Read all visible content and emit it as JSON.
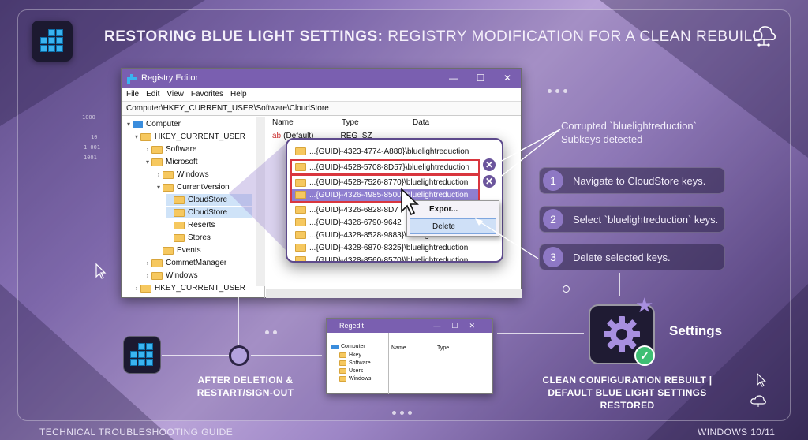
{
  "header": {
    "title_bold": "RESTORING BLUE LIGHT SETTINGS:",
    "title_rest": "REGISTRY MODIFICATION FOR A CLEAN REBUILD"
  },
  "registry_window": {
    "title": "Registry Editor",
    "menu": [
      "File",
      "Edit",
      "View",
      "Favorites",
      "Help"
    ],
    "address": "Computer\\HKEY_CURRENT_USER\\Software\\CloudStore",
    "tree": [
      {
        "label": "Computer",
        "indent": 0
      },
      {
        "label": "HKEY_CURRENT_USER",
        "indent": 1
      },
      {
        "label": "Software",
        "indent": 2
      },
      {
        "label": "Microsoft",
        "indent": 2
      },
      {
        "label": "Windows",
        "indent": 3
      },
      {
        "label": "CurrentVersion",
        "indent": 3
      },
      {
        "label": "CloudStore",
        "indent": 4
      },
      {
        "label": "CloudStore",
        "indent": 4
      },
      {
        "label": "Reserts",
        "indent": 4
      },
      {
        "label": "Stores",
        "indent": 4
      },
      {
        "label": "Events",
        "indent": 3
      },
      {
        "label": "CommetManager",
        "indent": 2
      },
      {
        "label": "Windows",
        "indent": 2
      },
      {
        "label": "HKEY_CURRENT_USER",
        "indent": 1
      }
    ],
    "columns": [
      "Name",
      "Type",
      "Data"
    ],
    "first_row": {
      "name": "(Default)",
      "type": "REG_SZ"
    }
  },
  "zoom_rows": [
    "...{GUID}-4323-4774-A880}\\bluelightreduction",
    "...{GUID}-4528-5708-8D57}\\bluelightreduction",
    "...{GUID}-4528-7526-8770}\\bluelightreduction",
    "...{GUID}-4326-4985-8500}\\bluelightreduction",
    "...{GUID}-4326-6828-8D7",
    "...{GUID}-4326-6790-9642",
    "...{GUID}-4328-8528-9883}\\bluelightreduction",
    "...{GUID}-4328-6870-8325}\\bluelightreduction",
    "...{GUID}-4328-8560-8570}\\bluelightreduction"
  ],
  "context_menu": {
    "export": "Expor...",
    "delete": "Delete"
  },
  "callout": {
    "line1": "Corrupted `bluelightreduction`",
    "line2": "Subkeys detected"
  },
  "steps": [
    {
      "num": "1",
      "label": "Navigate to CloudStore keys."
    },
    {
      "num": "2",
      "label": "Select `bluelightreduction` keys."
    },
    {
      "num": "3",
      "label": "Delete selected keys."
    }
  ],
  "settings": {
    "label": "Settings"
  },
  "after": {
    "line1": "AFTER DELETION &",
    "line2": "RESTART/SIGN-OUT"
  },
  "regedit_small": {
    "title": "Regedit",
    "tree": [
      "Computer",
      "Hkey",
      "Software",
      "Users",
      "Windows"
    ],
    "columns": [
      "Name",
      "Type"
    ]
  },
  "result": {
    "line1": "CLEAN CONFIGURATION REBUILT |",
    "line2": "DEFAULT BLUE LIGHT SETTINGS RESTORED"
  },
  "side_numbers": [
    "1000",
    "10",
    "1 001",
    "1001"
  ],
  "footer": {
    "left": "TECHNICAL TROUBLESHOOTING GUIDE",
    "right": "WINDOWS 10/11"
  },
  "colors": {
    "accent": "#7a5fb0",
    "mark_red": "#d9363e",
    "check_green": "#3fbf74",
    "highlight": "#8f7fd0"
  },
  "icons": [
    "registry-cube-icon",
    "cloud-network-icon",
    "gear-icon",
    "star-icon",
    "checkmark-icon",
    "close-icon",
    "folder-icon",
    "cursor-icon"
  ]
}
